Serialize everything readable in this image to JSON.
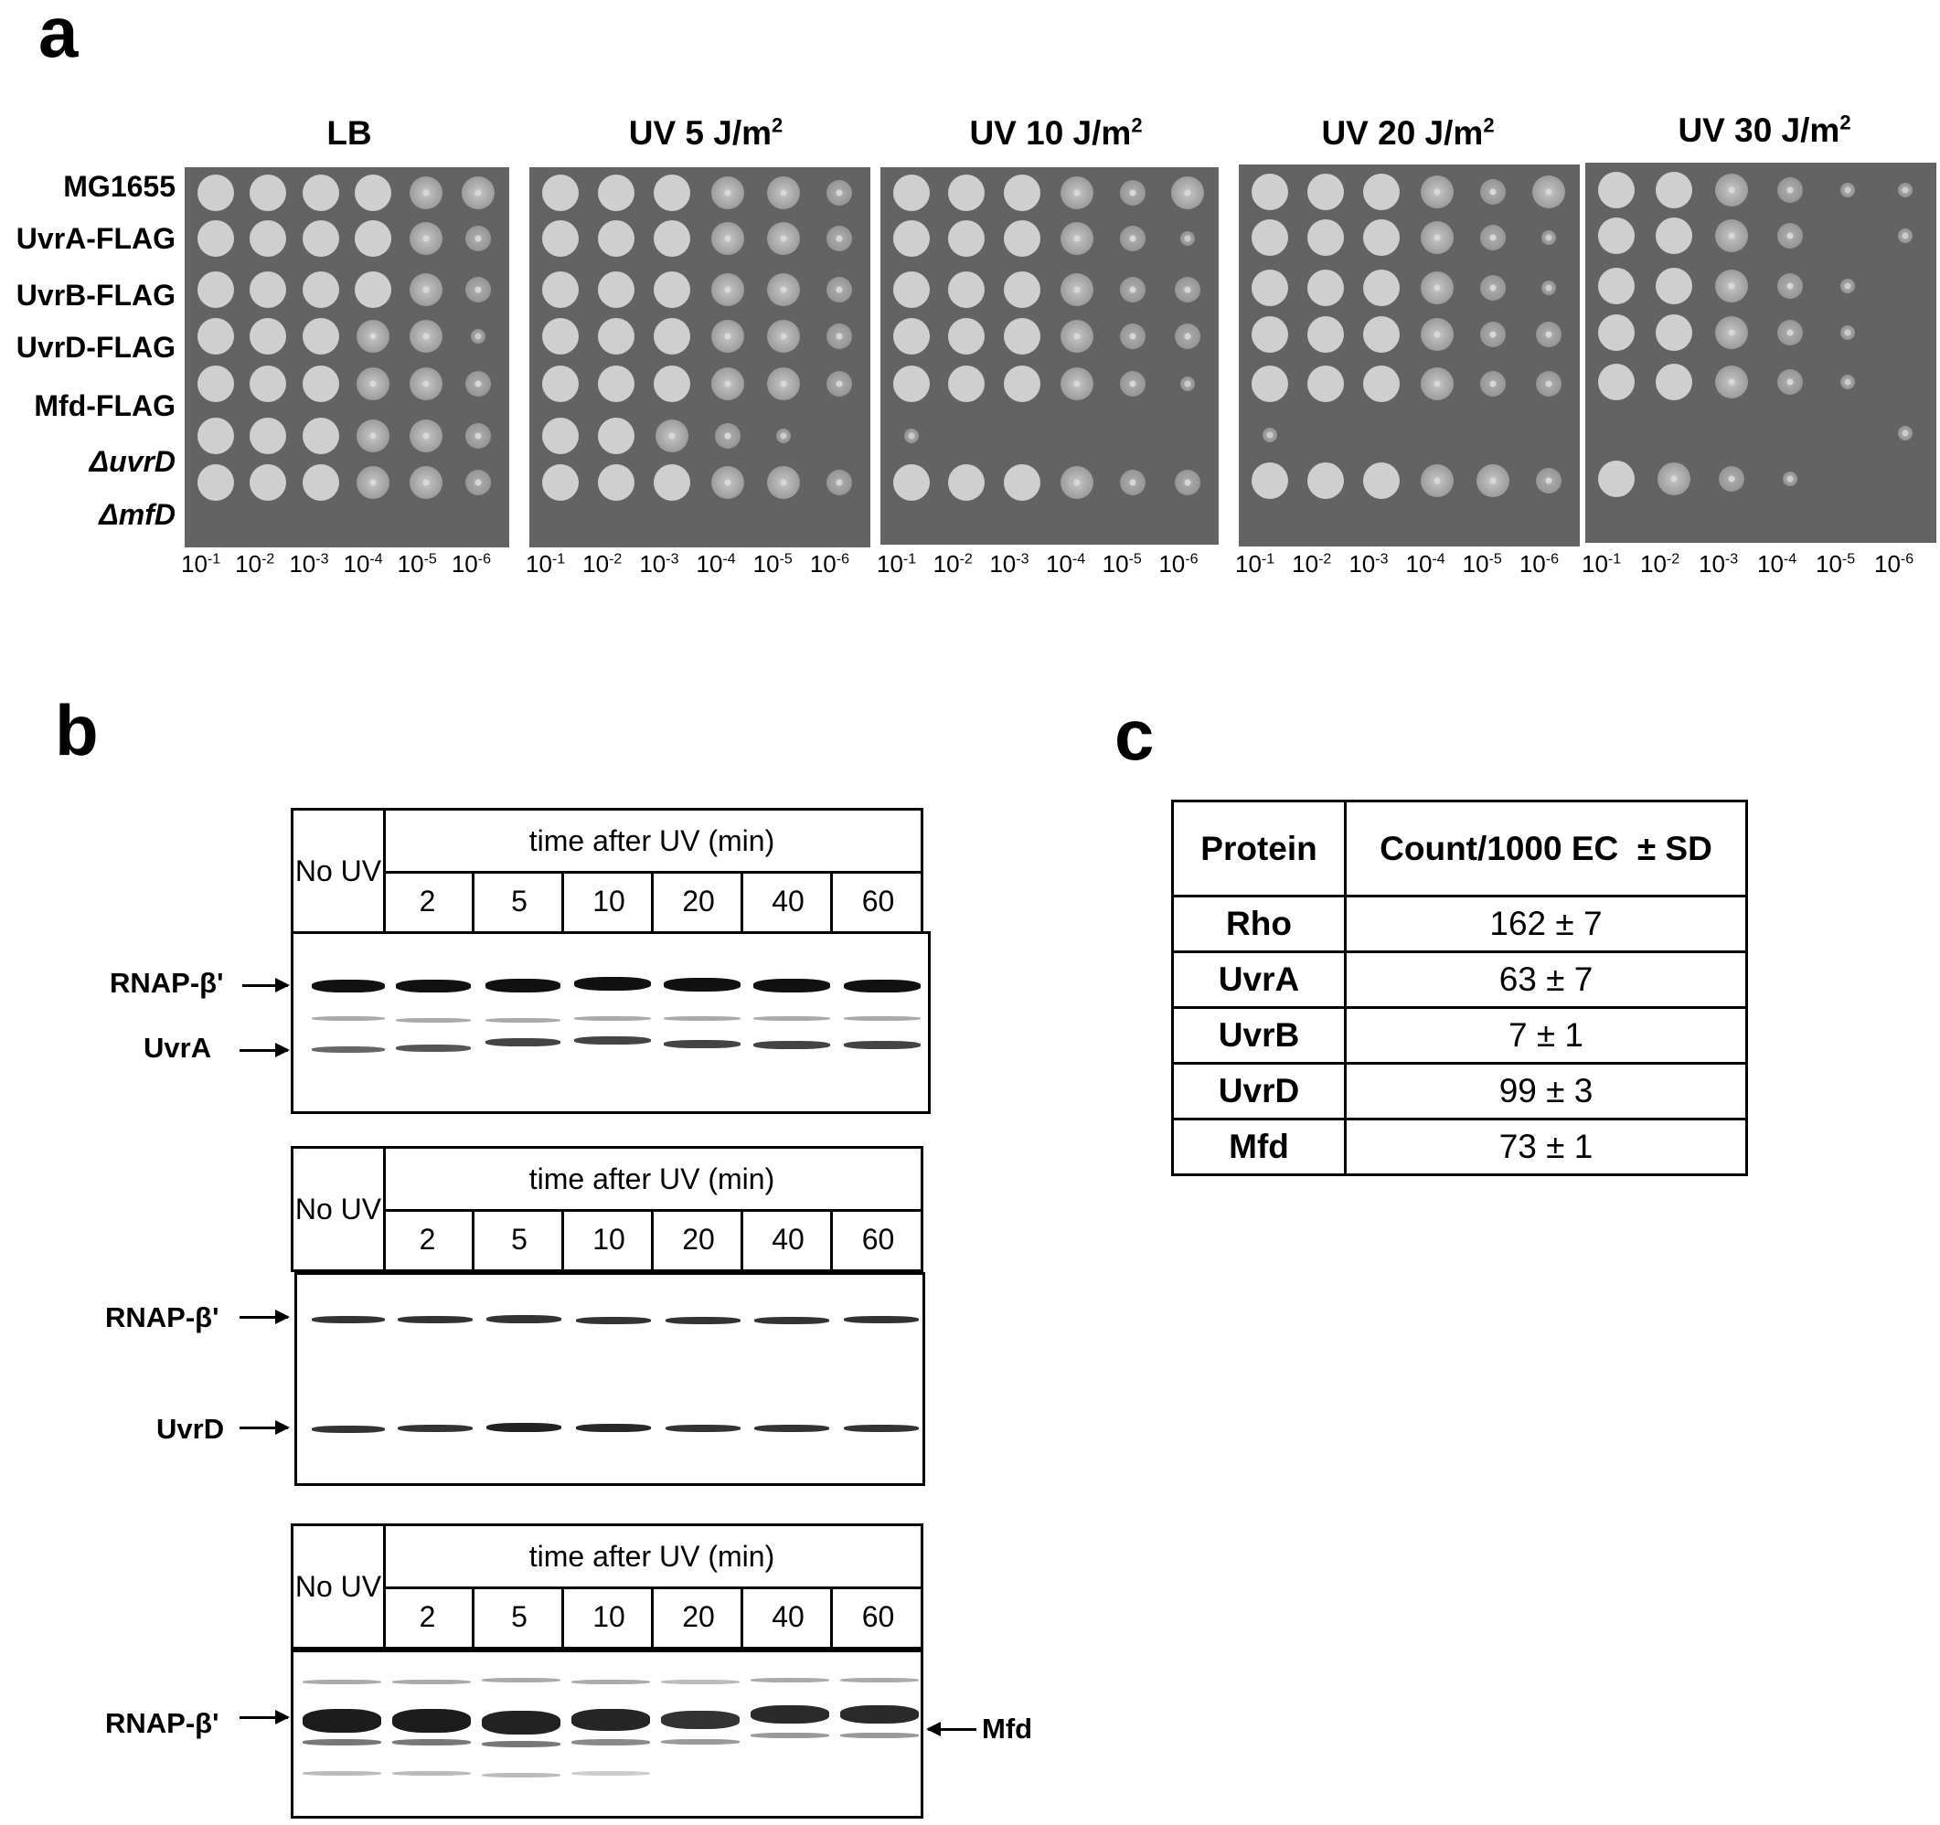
{
  "panels": {
    "a": "a",
    "b": "b",
    "c": "c"
  },
  "panel_a": {
    "plates": [
      {
        "title": "LB",
        "sup": ""
      },
      {
        "title": "UV 5 J/m",
        "sup": "2"
      },
      {
        "title": "UV 10 J/m",
        "sup": "2"
      },
      {
        "title": "UV 20 J/m",
        "sup": "2"
      },
      {
        "title": "UV 30 J/m",
        "sup": "2"
      }
    ],
    "strains": [
      "MG1655",
      "UvrA-FLAG",
      "UvrB-FLAG",
      "UvrD-FLAG",
      "Mfd-FLAG",
      "ΔuvrD",
      "ΔmfD"
    ],
    "dilutions": [
      "-1",
      "-2",
      "-3",
      "-4",
      "-5",
      "-6"
    ],
    "dilution_base": "10"
  },
  "panel_b": {
    "blots": [
      {
        "no_uv": "No UV",
        "time_header": "time after UV (min)",
        "timepoints": [
          "2",
          "5",
          "10",
          "20",
          "40",
          "60"
        ],
        "labels": [
          "RNAP-β'",
          "UvrA"
        ]
      },
      {
        "no_uv": "No UV",
        "time_header": "time after UV (min)",
        "timepoints": [
          "2",
          "5",
          "10",
          "20",
          "40",
          "60"
        ],
        "labels": [
          "RNAP-β'",
          "UvrD"
        ]
      },
      {
        "no_uv": "No UV",
        "time_header": "time after UV (min)",
        "timepoints": [
          "2",
          "5",
          "10",
          "20",
          "40",
          "60"
        ],
        "labels": [
          "RNAP-β'",
          "Mfd"
        ]
      }
    ]
  },
  "panel_c": {
    "headers": [
      "Protein",
      "Count/1000 EC  ± SD"
    ],
    "rows": [
      [
        "Rho",
        "162 ± 7"
      ],
      [
        "UvrA",
        "63 ± 7"
      ],
      [
        "UvrB",
        "7 ± 1"
      ],
      [
        "UvrD",
        "99 ± 3"
      ],
      [
        "Mfd",
        "73 ± 1"
      ]
    ]
  },
  "colors": {
    "plate": "#636363",
    "spot": "#c9c9c9",
    "band": "#1a1a1a"
  }
}
